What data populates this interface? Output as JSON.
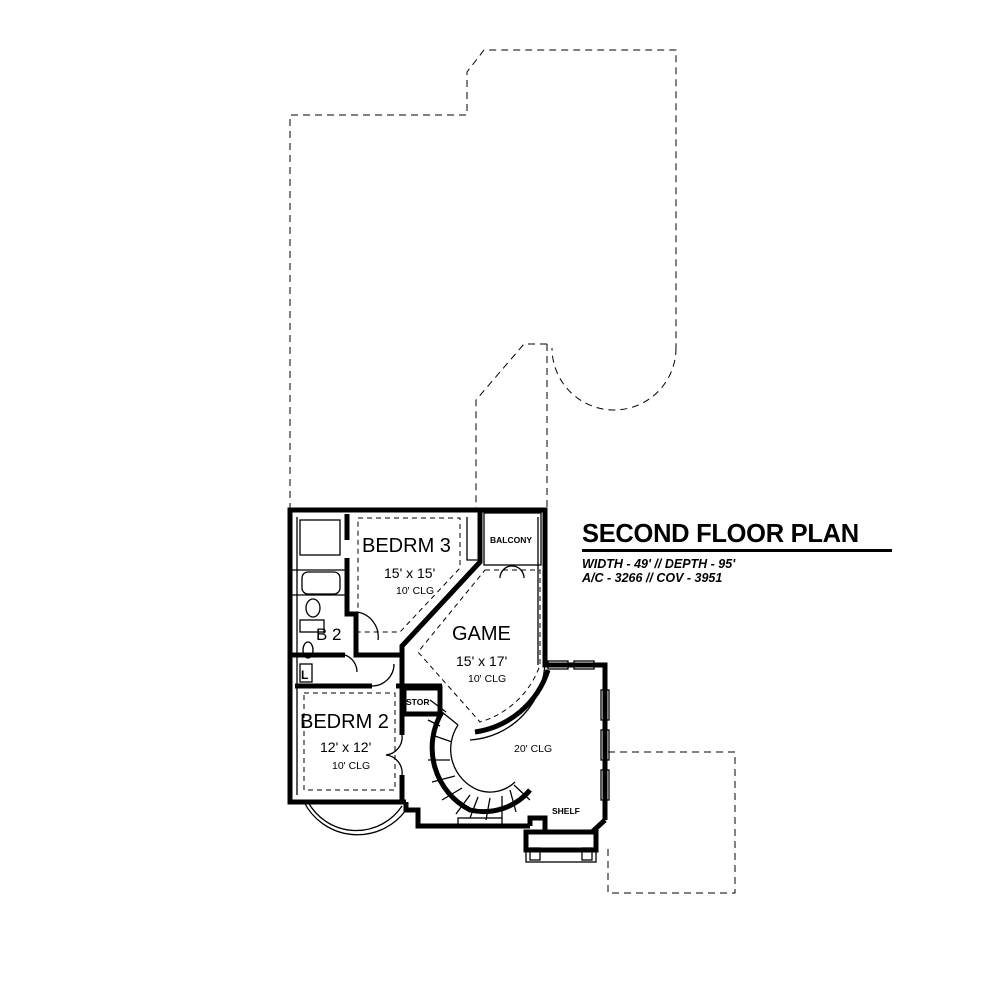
{
  "plan": {
    "title": "SECOND FLOOR PLAN",
    "dimensions": "WIDTH - 49' // DEPTH - 95'",
    "area": "A/C - 3266 // COV - 3951"
  },
  "rooms": {
    "bedrm3": {
      "name": "BEDRM 3",
      "size": "15' x 15'",
      "ceiling": "10' CLG"
    },
    "game": {
      "name": "GAME",
      "size": "15' x 17'",
      "ceiling": "10' CLG"
    },
    "bedrm2": {
      "name": "BEDRM 2",
      "size": "12' x 12'",
      "ceiling": "10' CLG"
    },
    "bath2": {
      "name": "B 2"
    },
    "linen": {
      "name": "L"
    },
    "balcony": {
      "name": "BALCONY"
    },
    "storage": {
      "name": "STOR"
    },
    "foyer_ceiling": {
      "ceiling": "20' CLG"
    },
    "shelf": {
      "name": "SHELF"
    }
  }
}
